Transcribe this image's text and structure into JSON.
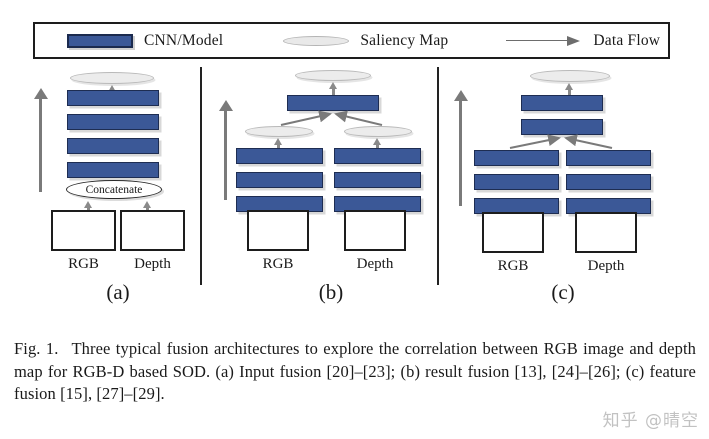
{
  "legend": {
    "items": [
      {
        "icon": "cnn-model-swatch",
        "label": "CNN/Model"
      },
      {
        "icon": "saliency-map-swatch",
        "label": "Saliency Map"
      },
      {
        "icon": "data-flow-arrow",
        "label": "Data Flow"
      }
    ]
  },
  "panels": [
    {
      "id": "a",
      "label": "(a)",
      "inputs": [
        {
          "label": "RGB"
        },
        {
          "label": "Depth"
        }
      ],
      "fusion_node": "Concatenate",
      "cnn_layers": 4,
      "streams": 1,
      "saliency_maps": 1,
      "fusion_type": "input fusion"
    },
    {
      "id": "b",
      "label": "(b)",
      "inputs": [
        {
          "label": "RGB"
        },
        {
          "label": "Depth"
        }
      ],
      "cnn_layers_per_stream": 3,
      "streams": 2,
      "intermediate_saliency_maps": 2,
      "fusion_layers": 1,
      "saliency_maps": 1,
      "fusion_type": "result fusion"
    },
    {
      "id": "c",
      "label": "(c)",
      "inputs": [
        {
          "label": "RGB"
        },
        {
          "label": "Depth"
        }
      ],
      "cnn_layers_per_stream": 3,
      "streams": 2,
      "fusion_layers": 2,
      "saliency_maps": 1,
      "fusion_type": "feature fusion"
    }
  ],
  "caption": {
    "figure_number": "Fig. 1.",
    "text": "Three typical fusion architectures to explore the correlation between RGB image and depth map for RGB-D based SOD. (a) Input fusion [20]–[23]; (b) result fusion [13], [24]–[26]; (c)  feature fusion [15], [27]–[29]."
  },
  "watermark": {
    "text": "知乎 @晴空"
  },
  "colors": {
    "cnn_fill": "#3b5897",
    "cnn_border": "#1e2d52",
    "saliency_fill": "#ececec",
    "saliency_border": "#b9b9b9",
    "arrow": "#7a7a7a",
    "box_border": "#1d1d1d",
    "background": "#ffffff"
  }
}
